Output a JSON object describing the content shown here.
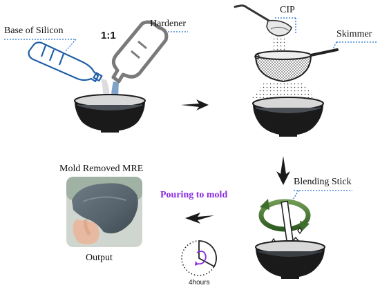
{
  "labels": {
    "base": "Base of Silicon",
    "ratio": "1:1",
    "hardener": "Hardener",
    "cip": "CIP",
    "skimmer": "Skimmer",
    "blending_stick": "Blending Stick",
    "mold_removed": "Mold Removed MRE",
    "output": "Output",
    "pouring": "Pouring to mold",
    "duration": "4hours"
  },
  "colors": {
    "base_bottle": "#1f5fa8",
    "hardener_bottle": "#7a7a7a",
    "bowl": "#1a1a1a",
    "silicone_mix": "#4a4f55",
    "cip_particles": "#333333",
    "stick_arrow": "#3e6f2e",
    "pouring_text": "#8a2be2",
    "leader_dots": "#1f6fd1",
    "mre_sample": "#5e6a72"
  },
  "icons": [
    "base-bottle-icon",
    "hardener-bottle-icon",
    "bowl-icon",
    "spoon-icon",
    "skimmer-icon",
    "blending-stick-icon",
    "rotation-arrow-icon",
    "clock-icon",
    "arrow-right-icon",
    "arrow-down-icon",
    "arrow-left-icon",
    "mre-photo"
  ]
}
